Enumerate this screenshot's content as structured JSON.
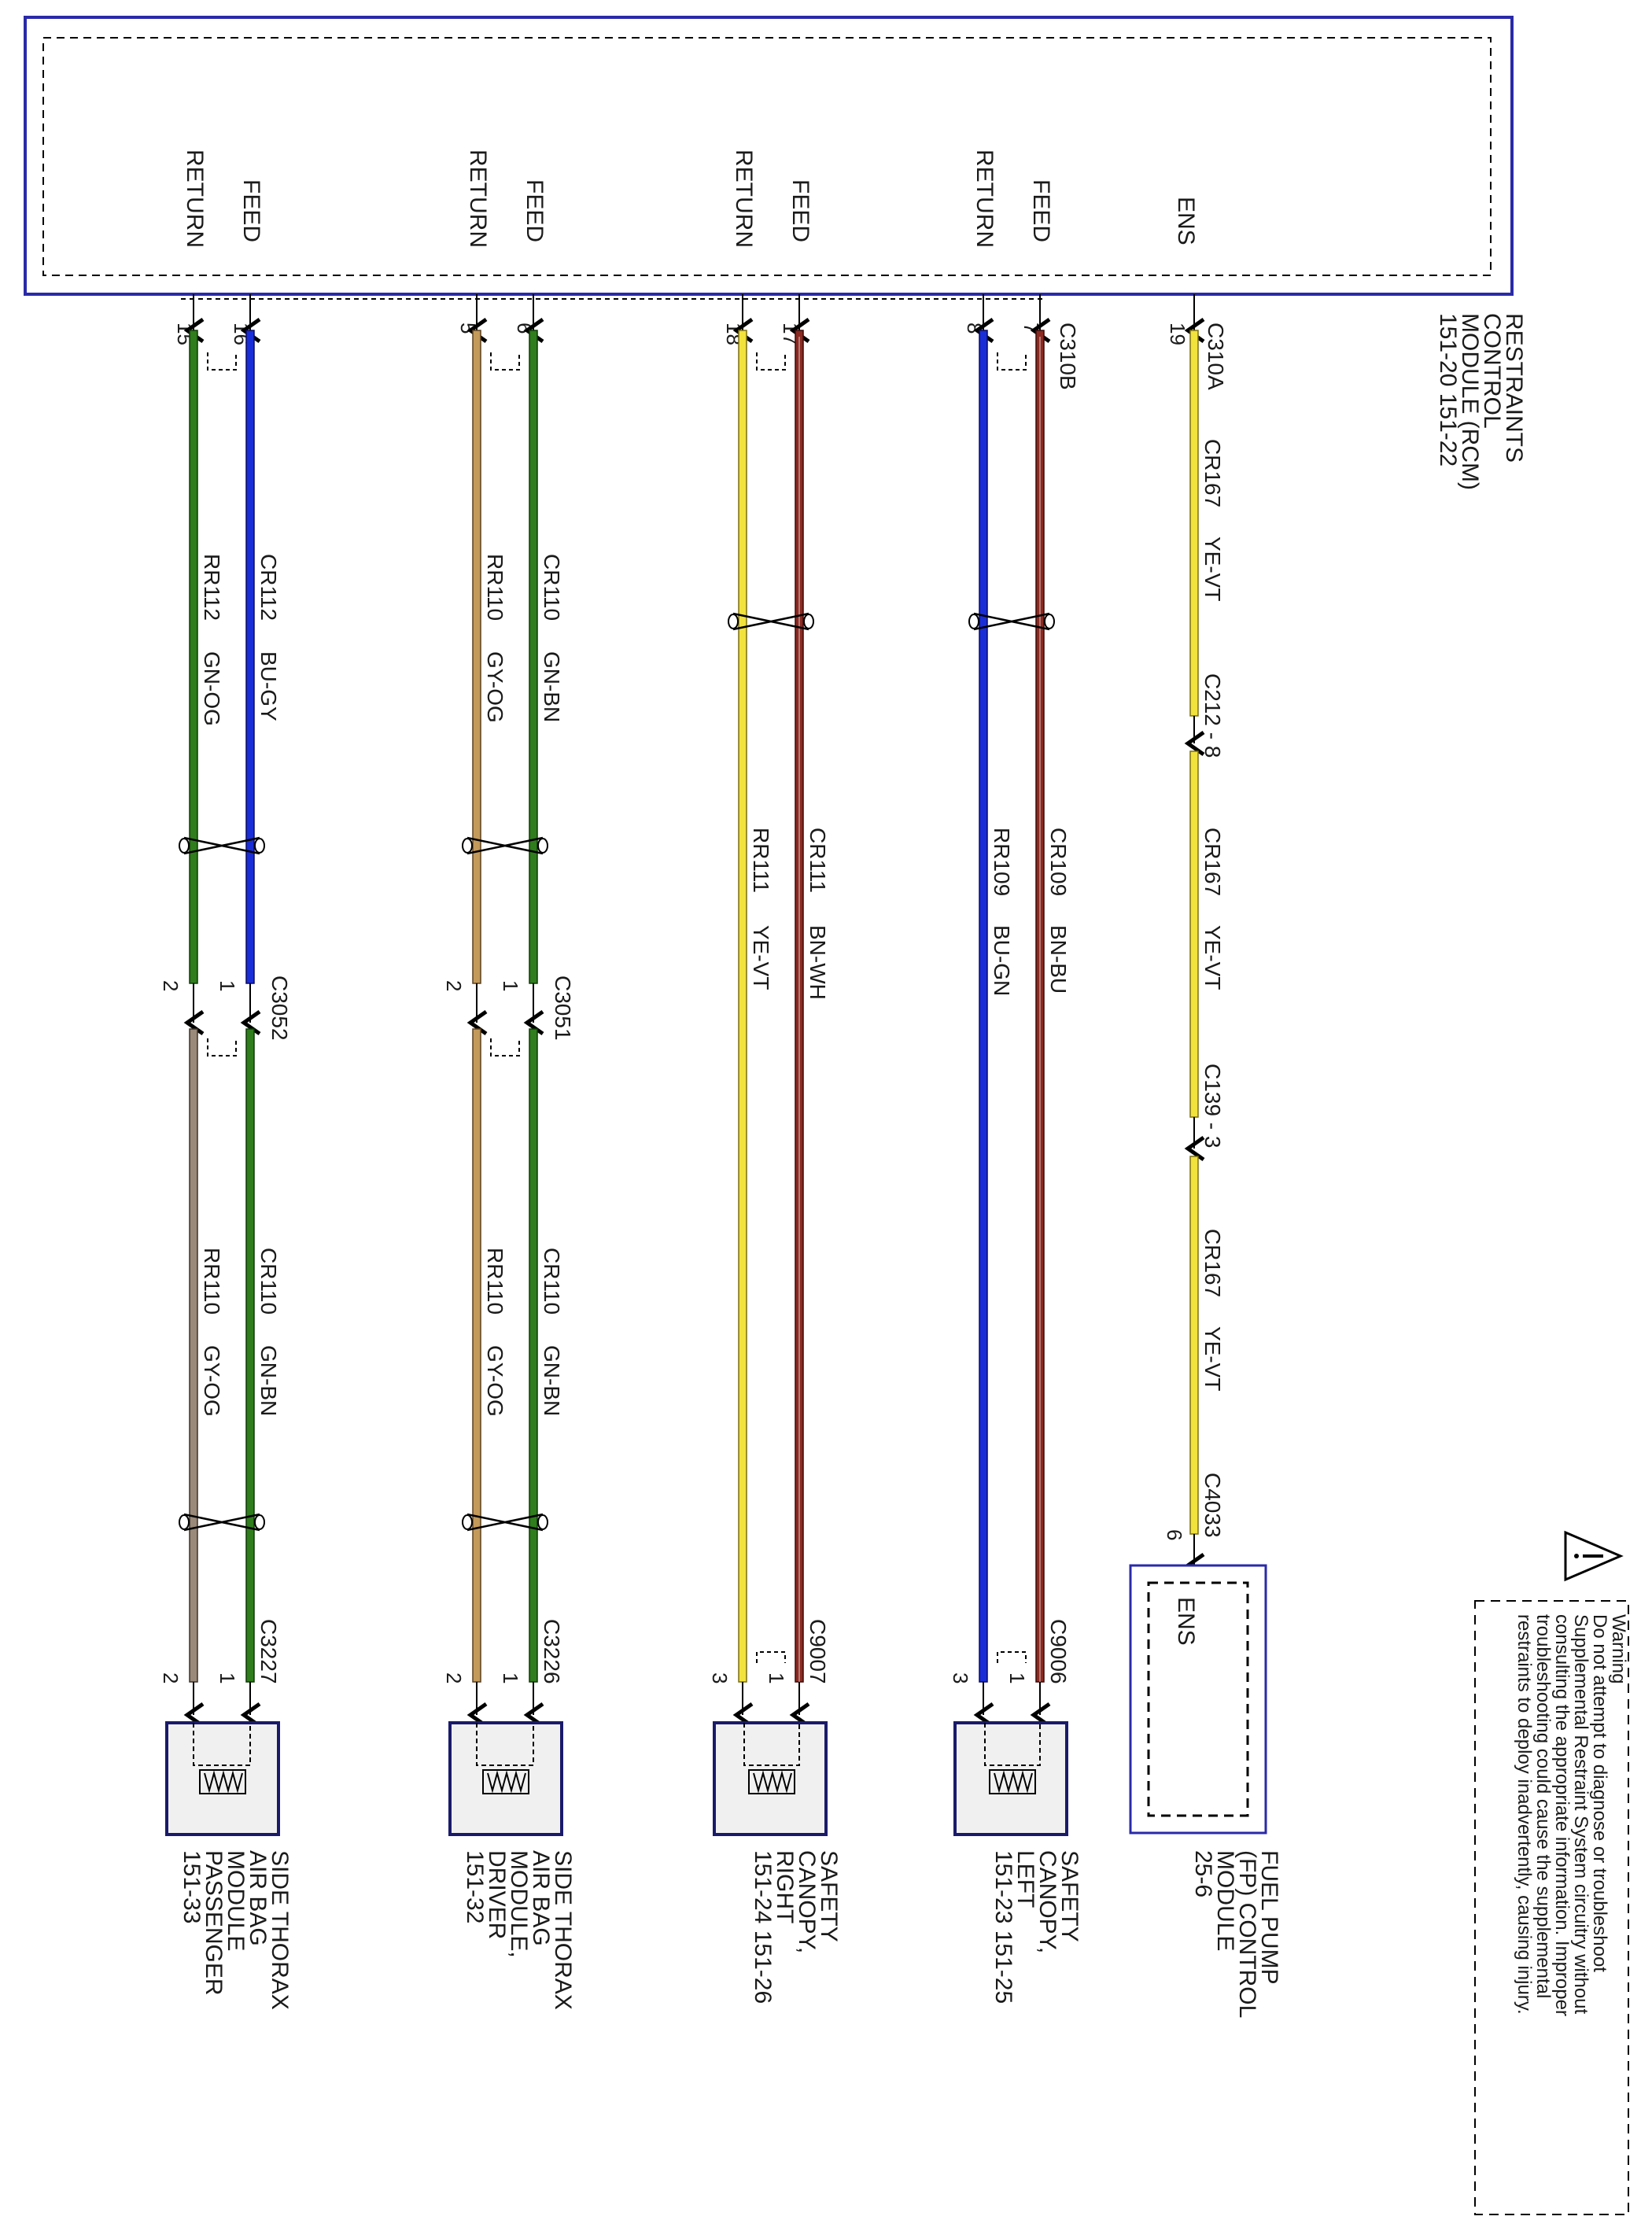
{
  "module": {
    "name_lines": [
      "RESTRAINTS",
      "CONTROL",
      "MODULE (RCM)",
      "151-20   151-22"
    ],
    "pins": [
      {
        "label": "RETURN",
        "num": "15"
      },
      {
        "label": "FEED",
        "num": "16"
      },
      {
        "label": "RETURN",
        "num": "5"
      },
      {
        "label": "FEED",
        "num": "6"
      },
      {
        "label": "RETURN",
        "num": "18"
      },
      {
        "label": "FEED",
        "num": "17"
      },
      {
        "label": "RETURN",
        "num": "8"
      },
      {
        "label": "FEED",
        "num": "7"
      },
      {
        "label": "ENS",
        "num": "19"
      }
    ],
    "connectors": [
      "C310B",
      "C310A"
    ]
  },
  "warning": {
    "icon": "warning-triangle-icon",
    "lines": [
      "Warning",
      "Do not attempt to diagnose or troubleshoot",
      "Supplemental Restraint System circuitry without",
      "consulting the appropriate information. Improper",
      "troubleshooting could cause the supplemental",
      "restraints to deploy inadvertently, causing injury."
    ]
  },
  "ens_circuit": {
    "segments": [
      {
        "circuit": "CR167",
        "color": "YE-VT"
      },
      {
        "circuit": "CR167",
        "color": "YE-VT"
      },
      {
        "circuit": "CR167",
        "color": "YE-VT"
      }
    ],
    "inline_connectors": [
      "C212 - 8",
      "C139 - 3"
    ],
    "end_connector": "C4033",
    "end_pin": "6",
    "fuel_pump_module": {
      "pin_label": "ENS",
      "name_lines": [
        "FUEL PUMP",
        "(FP) CONTROL",
        "MODULE",
        "25-6"
      ]
    }
  },
  "canopy_left": {
    "feed": {
      "circuit": "CR109",
      "color": "BN-BU"
    },
    "return": {
      "circuit": "RR109",
      "color": "BU-GN"
    },
    "end_connector": "C9006",
    "end_pins": [
      "1",
      "3"
    ],
    "name_lines": [
      "SAFETY",
      "CANOPY,",
      "LEFT",
      "151-23    151-25"
    ]
  },
  "canopy_right": {
    "feed": {
      "circuit": "CR111",
      "color": "BN-WH"
    },
    "return": {
      "circuit": "RR111",
      "color": "YE-VT"
    },
    "end_connector": "C9007",
    "end_pins": [
      "1",
      "3"
    ],
    "name_lines": [
      "SAFETY",
      "CANOPY,",
      "RIGHT",
      "151-24    151-26"
    ]
  },
  "thorax_driver": {
    "feed1": {
      "circuit": "CR110",
      "color": "GN-BN"
    },
    "return1": {
      "circuit": "RR110",
      "color": "GY-OG"
    },
    "mid_connector": "C3051",
    "mid_pins": [
      "1",
      "2"
    ],
    "feed2": {
      "circuit": "CR110",
      "color": "GN-BN"
    },
    "return2": {
      "circuit": "RR110",
      "color": "GY-OG"
    },
    "end_connector": "C3226",
    "end_pins": [
      "1",
      "2"
    ],
    "name_lines": [
      "SIDE THORAX",
      "AIR BAG",
      "MODULE,",
      "DRIVER",
      "151-32"
    ]
  },
  "thorax_passenger": {
    "feed1": {
      "circuit": "CR112",
      "color": "BU-GY"
    },
    "return1": {
      "circuit": "RR112",
      "color": "GN-OG"
    },
    "mid_connector": "C3052",
    "mid_pins": [
      "1",
      "2"
    ],
    "feed2": {
      "circuit": "CR110",
      "color": "GN-BN"
    },
    "return2": {
      "circuit": "RR110",
      "color": "GY-OG"
    },
    "end_connector": "C3227",
    "end_pins": [
      "1",
      "2"
    ],
    "name_lines": [
      "SIDE THORAX",
      "AIR BAG",
      "MODULE",
      "PASSENGER",
      "151-33"
    ]
  },
  "wire_colors": {
    "green": "#2f7d1c",
    "blue": "#1a2ed8",
    "tan": "#c49a5a",
    "yellow": "#f2e23c",
    "brown": "#8b2a22",
    "grey": "#9a8a7a",
    "module_border": "#2a2aa8"
  }
}
